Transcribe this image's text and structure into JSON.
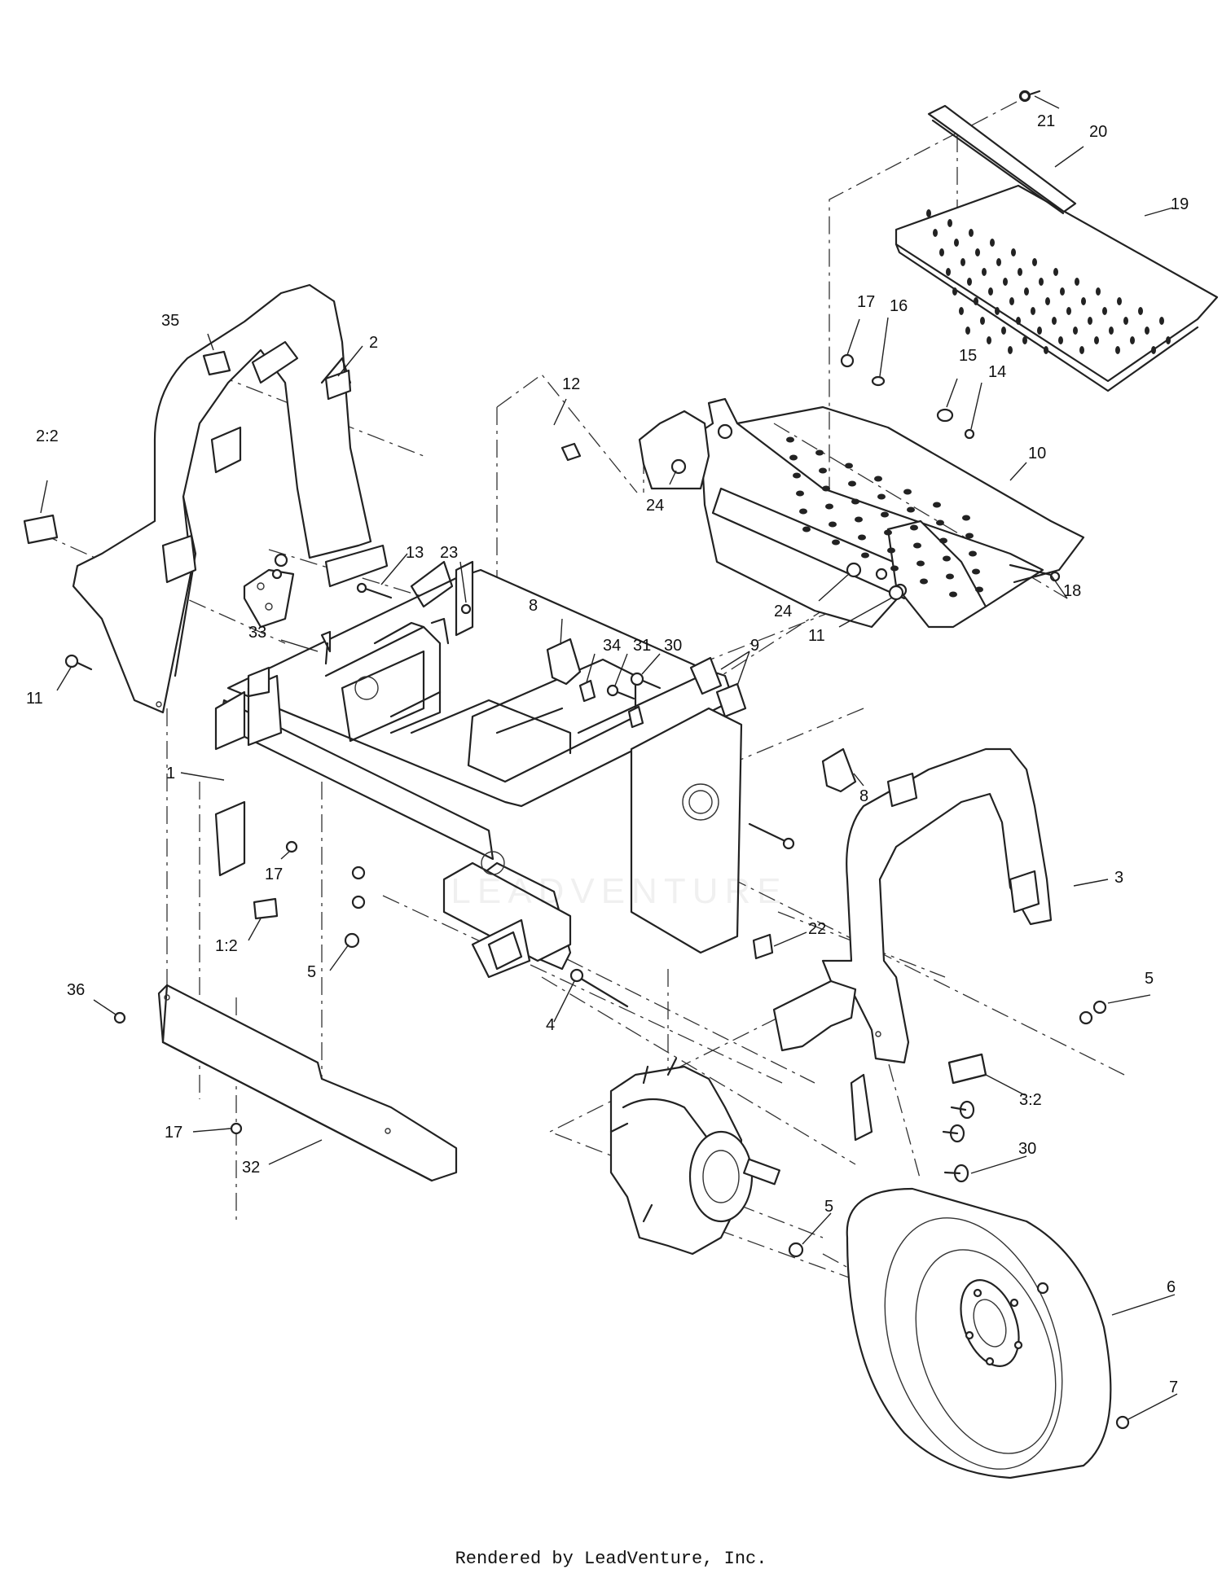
{
  "callouts": [
    {
      "id": "c21",
      "text": "21"
    },
    {
      "id": "c20",
      "text": "20"
    },
    {
      "id": "c19",
      "text": "19"
    },
    {
      "id": "c35",
      "text": "35"
    },
    {
      "id": "c2",
      "text": "2"
    },
    {
      "id": "c17a",
      "text": "17"
    },
    {
      "id": "c16",
      "text": "16"
    },
    {
      "id": "c15",
      "text": "15"
    },
    {
      "id": "c14",
      "text": "14"
    },
    {
      "id": "c12",
      "text": "12"
    },
    {
      "id": "c2_2",
      "text": "2:2"
    },
    {
      "id": "c10",
      "text": "10"
    },
    {
      "id": "c24a",
      "text": "24"
    },
    {
      "id": "c13",
      "text": "13"
    },
    {
      "id": "c23",
      "text": "23"
    },
    {
      "id": "c8a",
      "text": "8"
    },
    {
      "id": "c24b",
      "text": "24"
    },
    {
      "id": "c18",
      "text": "18"
    },
    {
      "id": "c11b",
      "text": "11"
    },
    {
      "id": "c33",
      "text": "33"
    },
    {
      "id": "c34",
      "text": "34"
    },
    {
      "id": "c31",
      "text": "31"
    },
    {
      "id": "c30a",
      "text": "30"
    },
    {
      "id": "c9",
      "text": "9"
    },
    {
      "id": "c11a",
      "text": "11"
    },
    {
      "id": "c1",
      "text": "1"
    },
    {
      "id": "c8b",
      "text": "8"
    },
    {
      "id": "c3",
      "text": "3"
    },
    {
      "id": "c17b",
      "text": "17"
    },
    {
      "id": "c22",
      "text": "22"
    },
    {
      "id": "c1_2",
      "text": "1:2"
    },
    {
      "id": "c5a",
      "text": "5"
    },
    {
      "id": "c36",
      "text": "36"
    },
    {
      "id": "c5b",
      "text": "5"
    },
    {
      "id": "c4",
      "text": "4"
    },
    {
      "id": "c3_2",
      "text": "3:2"
    },
    {
      "id": "c17c",
      "text": "17"
    },
    {
      "id": "c32",
      "text": "32"
    },
    {
      "id": "c30b",
      "text": "30"
    },
    {
      "id": "c5c",
      "text": "5"
    },
    {
      "id": "c6",
      "text": "6"
    },
    {
      "id": "c7",
      "text": "7"
    }
  ],
  "watermark": "LEADVENTURE",
  "credit": "Rendered by LeadVenture, Inc."
}
